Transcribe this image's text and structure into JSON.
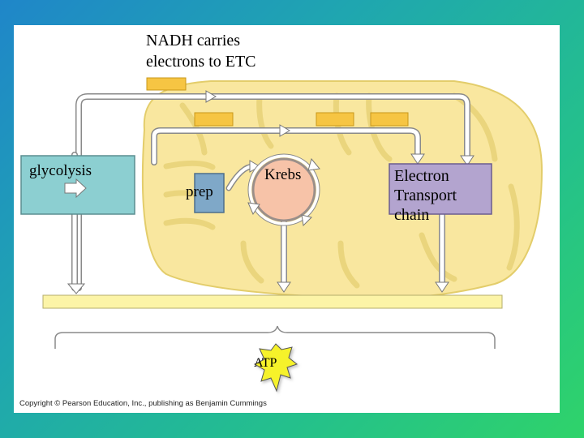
{
  "nadh_label": [
    "NADH carries",
    "electrons to ETC"
  ],
  "glycolysis_label": "glycolysis",
  "prep_label": "prep",
  "krebs_label": "Krebs",
  "etc_label": [
    "Electron",
    "Transport",
    "chain"
  ],
  "atp_label": "ATP",
  "copyright": "Copyright © Pearson Education, Inc., publishing as Benjamin Cummings",
  "colors": {
    "mitochondrion_fill": "#f9e79f",
    "matrix_fill": "#fdf0a8",
    "glycolysis_box": "#8ccfd1",
    "prep_box": "#7fa8c8",
    "krebs_circle": "#f7c3a8",
    "etc_box": "#b3a4cf",
    "nadh_bar": "#f6c543",
    "atp_bar": "#fcf4a7",
    "atp_star": "#f6f22b"
  }
}
